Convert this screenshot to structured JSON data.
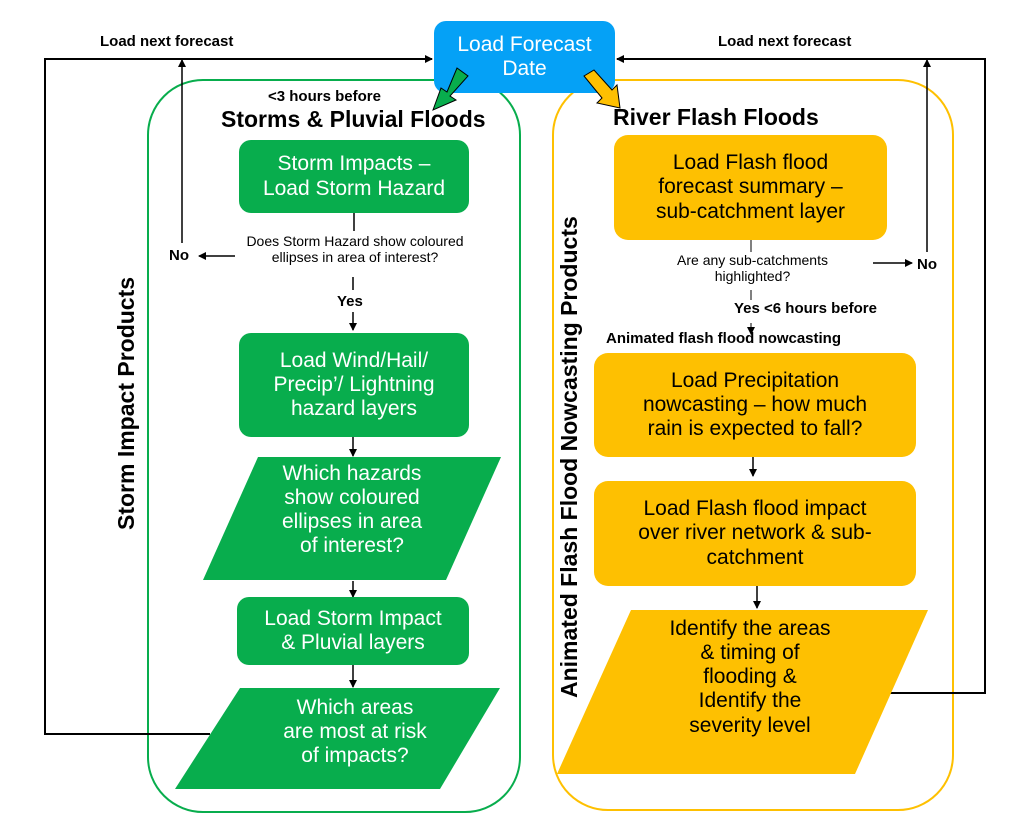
{
  "colors": {
    "start": "#05a1f6",
    "storm": "#08ad4d",
    "flood": "#fec001",
    "line": "#000000"
  },
  "start_node": {
    "line1": "Load Forecast",
    "line2": "Date"
  },
  "loop_labels": {
    "left": "Load next forecast",
    "right": "Load next forecast"
  },
  "storm_panel": {
    "side_title": "Storm Impact Products",
    "timing": "<3 hours before",
    "title": "Storms & Pluvial Floods",
    "step1": {
      "line1": "Storm Impacts –",
      "line2": "Load Storm Hazard"
    },
    "question": {
      "line1": "Does Storm Hazard show coloured",
      "line2": "ellipses in area of interest?"
    },
    "no_label": "No",
    "yes_label": "Yes",
    "step2": {
      "line1": "Load Wind/Hail/",
      "line2": "Precip’/ Lightning",
      "line3": "hazard layers"
    },
    "step3": {
      "line1": "Which hazards",
      "line2": "show coloured",
      "line3": "ellipses in area",
      "line4": "of interest?"
    },
    "step4": {
      "line1": "Load Storm Impact",
      "line2": "& Pluvial layers"
    },
    "step5": {
      "line1": "Which areas",
      "line2": "are most at risk",
      "line3": "of impacts?"
    }
  },
  "flood_panel": {
    "side_title": "Animated Flash Flood Nowcasting Products",
    "title": "River Flash Floods",
    "step1": {
      "line1": "Load Flash flood",
      "line2": "forecast summary –",
      "line3": "sub-catchment layer"
    },
    "question": {
      "line1": "Are any sub-catchments",
      "line2": "highlighted?"
    },
    "no_label": "No",
    "yes_label": "Yes <6 hours before",
    "section_label": "Animated flash flood nowcasting",
    "step2": {
      "line1": "Load Precipitation",
      "line2": "nowcasting – how much",
      "line3": "rain is expected to fall?"
    },
    "step3": {
      "line1": "Load Flash flood impact",
      "line2": "over river network & sub-",
      "line3": "catchment"
    },
    "step4": {
      "line1": "Identify the areas",
      "line2": "& timing of",
      "line3": "flooding &",
      "line4": "Identify the",
      "line5": "severity level"
    }
  }
}
